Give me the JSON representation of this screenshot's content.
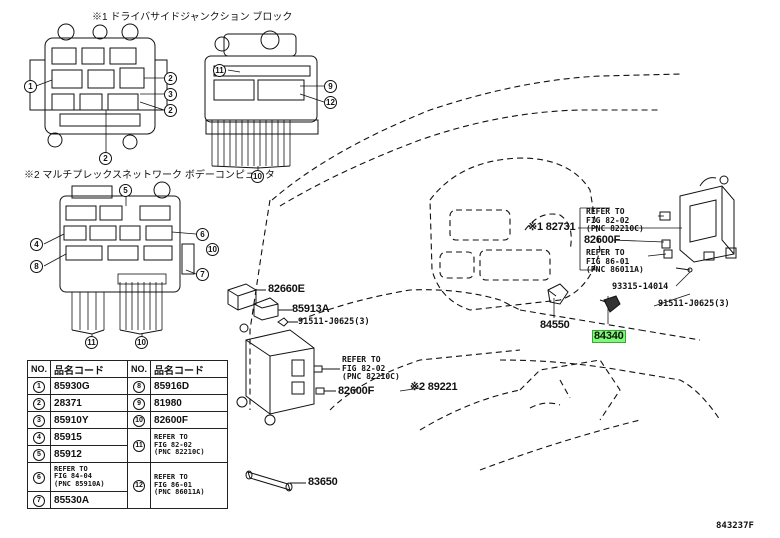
{
  "titles": {
    "block1": "※1 ドライバサイドジャンクション ブロック",
    "block2": "※2 マルチプレックスネットワーク ボデーコンピュータ"
  },
  "callouts": {
    "c1a": "1",
    "c2a": "2",
    "c3": "3",
    "c4a": "2",
    "c5a": "2",
    "c11a": "11",
    "c9": "9",
    "c12": "12",
    "c10a": "10",
    "c5b": "5",
    "c6": "6",
    "c10b": "10",
    "c4b": "4",
    "c8": "8",
    "c7": "7",
    "c11b": "11",
    "c10c": "10"
  },
  "parts": {
    "p82660E": "82660E",
    "p85913A": "85913A",
    "p91511_J0625_left": "91511-J0625(3)",
    "ref_left1": "REFER TO\nFIG 82-02\n(PNC 82210C)",
    "p82600F_left": "82600F",
    "p89221": "※2 89221",
    "p83650": "83650",
    "p182731": "※1 82731",
    "ref_right1": "REFER TO\nFIG 82-02\n(PNC 82210C)",
    "p82600F_right": "82600F",
    "ref_right2": "REFER TO\nFIG 86-01\n(PNC 86011A)",
    "p93315": "93315-14014",
    "p91511_J0625_right": "91511-J0625(3)",
    "p84550": "84550",
    "p84340": "84340",
    "figure_id": "843237F"
  },
  "legend": {
    "header_no": "NO.",
    "header_code": "品名コード",
    "left": [
      {
        "no": "1",
        "val": "85930G"
      },
      {
        "no": "2",
        "val": "28371"
      },
      {
        "no": "3",
        "val": "85910Y"
      },
      {
        "no": "4",
        "val": "85915"
      },
      {
        "no": "5",
        "val": "85912"
      },
      {
        "no": "6",
        "val": "REFER TO\nFIG 84-04\n(PNC 85910A)"
      },
      {
        "no": "7",
        "val": "85530A"
      }
    ],
    "right": [
      {
        "no": "8",
        "val": "85916D"
      },
      {
        "no": "9",
        "val": "81980"
      },
      {
        "no": "10",
        "val": "82600F"
      },
      {
        "no": "11",
        "val": "REFER TO\nFIG 82-02\n(PNC 82210C)"
      },
      {
        "no": "12",
        "val": "REFER TO\nFIG 86-01\n(PNC 86011A)"
      }
    ]
  }
}
